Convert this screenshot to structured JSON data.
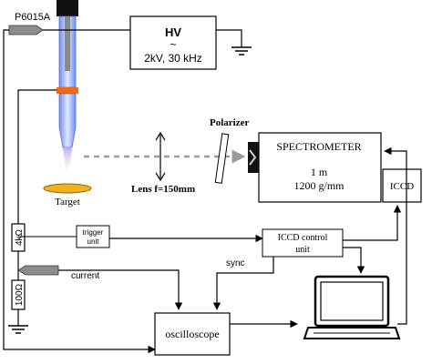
{
  "labels": {
    "probe": "P6015A",
    "hv_title": "HV",
    "hv_tilde": "~",
    "hv_spec": "2kV, 30 kHz",
    "polarizer": "Polarizer",
    "spectrometer": "SPECTROMETER",
    "spec_focal": "1 m",
    "spec_grating": "1200 g/mm",
    "iccd": "ICCD",
    "target": "Target",
    "lens": "Lens f=150mm",
    "resistor_top": "4kΩ",
    "resistor_bottom": "100Ω",
    "trigger_line1": "trigger",
    "trigger_line2": "unit",
    "iccd_control_line1": "ICCD control",
    "iccd_control_line2": "unit",
    "sync": "sync",
    "current": "current",
    "oscilloscope": "oscilloscope"
  },
  "colors": {
    "wire": "#000000",
    "jet_blue": "#8aa8ff",
    "plasma_plume": "#c8b6ff",
    "ring_orange": "#f26a10",
    "target_gold": "#f0b020",
    "beam_gray": "#9a9a9a"
  }
}
